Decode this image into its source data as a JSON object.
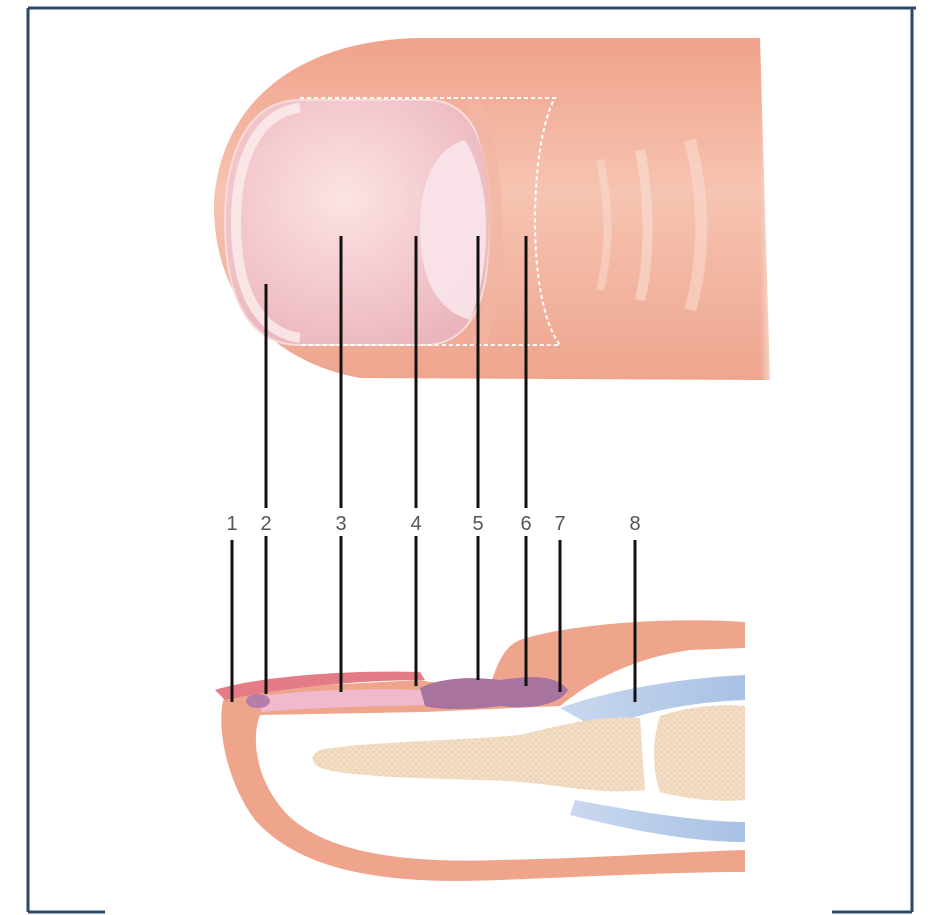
{
  "diagram": {
    "callouts": [
      {
        "label": "1"
      },
      {
        "label": "2"
      },
      {
        "label": "3"
      },
      {
        "label": "4"
      },
      {
        "label": "5"
      },
      {
        "label": "6"
      },
      {
        "label": "7"
      },
      {
        "label": "8"
      }
    ]
  },
  "colors": {
    "frame": "#2b4a6b",
    "skin": "#efa58b",
    "skin_light": "#f7d2c4",
    "nail_plate": "#f3c9cf",
    "nail_section": "#e7a3b6",
    "matrix": "#a9739f",
    "bone": "#f2dcc3",
    "tendon": "#a9c2e3",
    "leader": "#111111"
  }
}
